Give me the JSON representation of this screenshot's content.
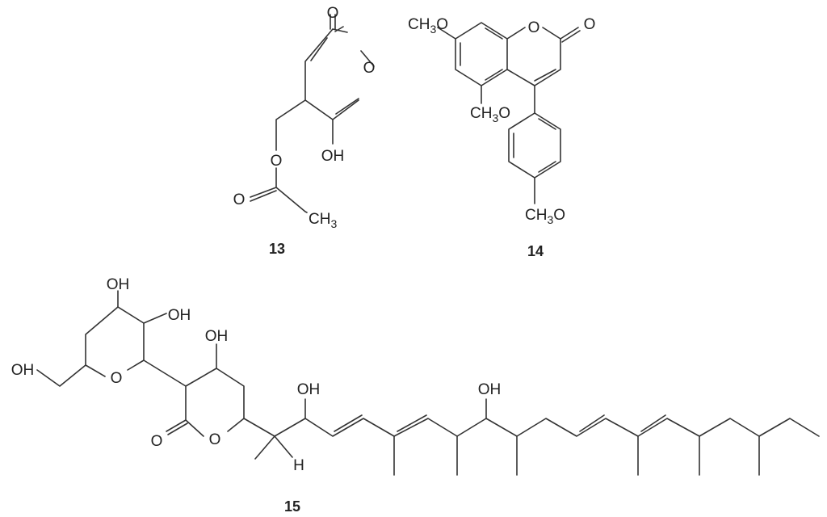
{
  "compounds": [
    {
      "label": "13",
      "atoms": {
        "ring_o": "O",
        "carbonyl_o": "O",
        "hydroxyl": "OH",
        "ester_o": "O",
        "acetyl_o": "O",
        "methyl_c": "CH",
        "methyl_sub": "3"
      }
    },
    {
      "label": "14",
      "atoms": {
        "ring_o": "O",
        "carbonyl_o": "O",
        "methoxy7_c": "CH",
        "methoxy7_sub": "3",
        "methoxy7_o": "O",
        "methoxy5_c": "CH",
        "methoxy5_sub": "3",
        "methoxy5_o": "O",
        "methoxy4p_c": "CH",
        "methoxy4p_sub": "3",
        "methoxy4p_o": "O"
      }
    },
    {
      "label": "15",
      "atoms": {
        "oh_top": "OH",
        "oh_right": "OH",
        "oh_left": "OH",
        "pyran_o": "O",
        "oh_lactone": "OH",
        "lactone_carbonyl_o": "O",
        "lactone_ring_o": "O",
        "h": "H",
        "oh_chain1": "OH",
        "oh_chain2": "OH"
      }
    }
  ]
}
